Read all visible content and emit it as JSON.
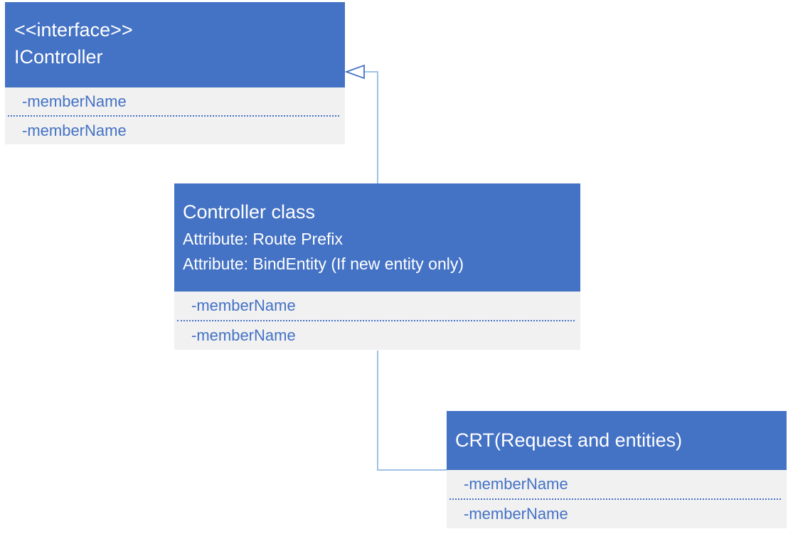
{
  "colors": {
    "header_bg": "#4472C4",
    "body_bg": "#F1F1F2",
    "member_text": "#4472C4",
    "divider": "#4472C4",
    "connector_line": "#9DC3E6",
    "arrowhead_stroke": "#4472C4",
    "header_text": "#FFFFFF",
    "canvas_bg": "#FFFFFF"
  },
  "diagram": {
    "interface_box": {
      "stereotype": "<<interface>>",
      "name": "IController",
      "members": [
        "-memberName",
        "-memberName"
      ]
    },
    "controller_box": {
      "name": "Controller class",
      "attributes": [
        "Attribute: Route Prefix",
        "Attribute: BindEntity (If new entity only)"
      ],
      "members": [
        "-memberName",
        "-memberName"
      ]
    },
    "crt_box": {
      "name": "CRT(Request and entities)",
      "members": [
        "-memberName",
        "-memberName"
      ]
    },
    "relationships": {
      "inheritance": "Controller class realizes IController",
      "association": "Controller class connects to CRT(Request and entities)"
    }
  }
}
